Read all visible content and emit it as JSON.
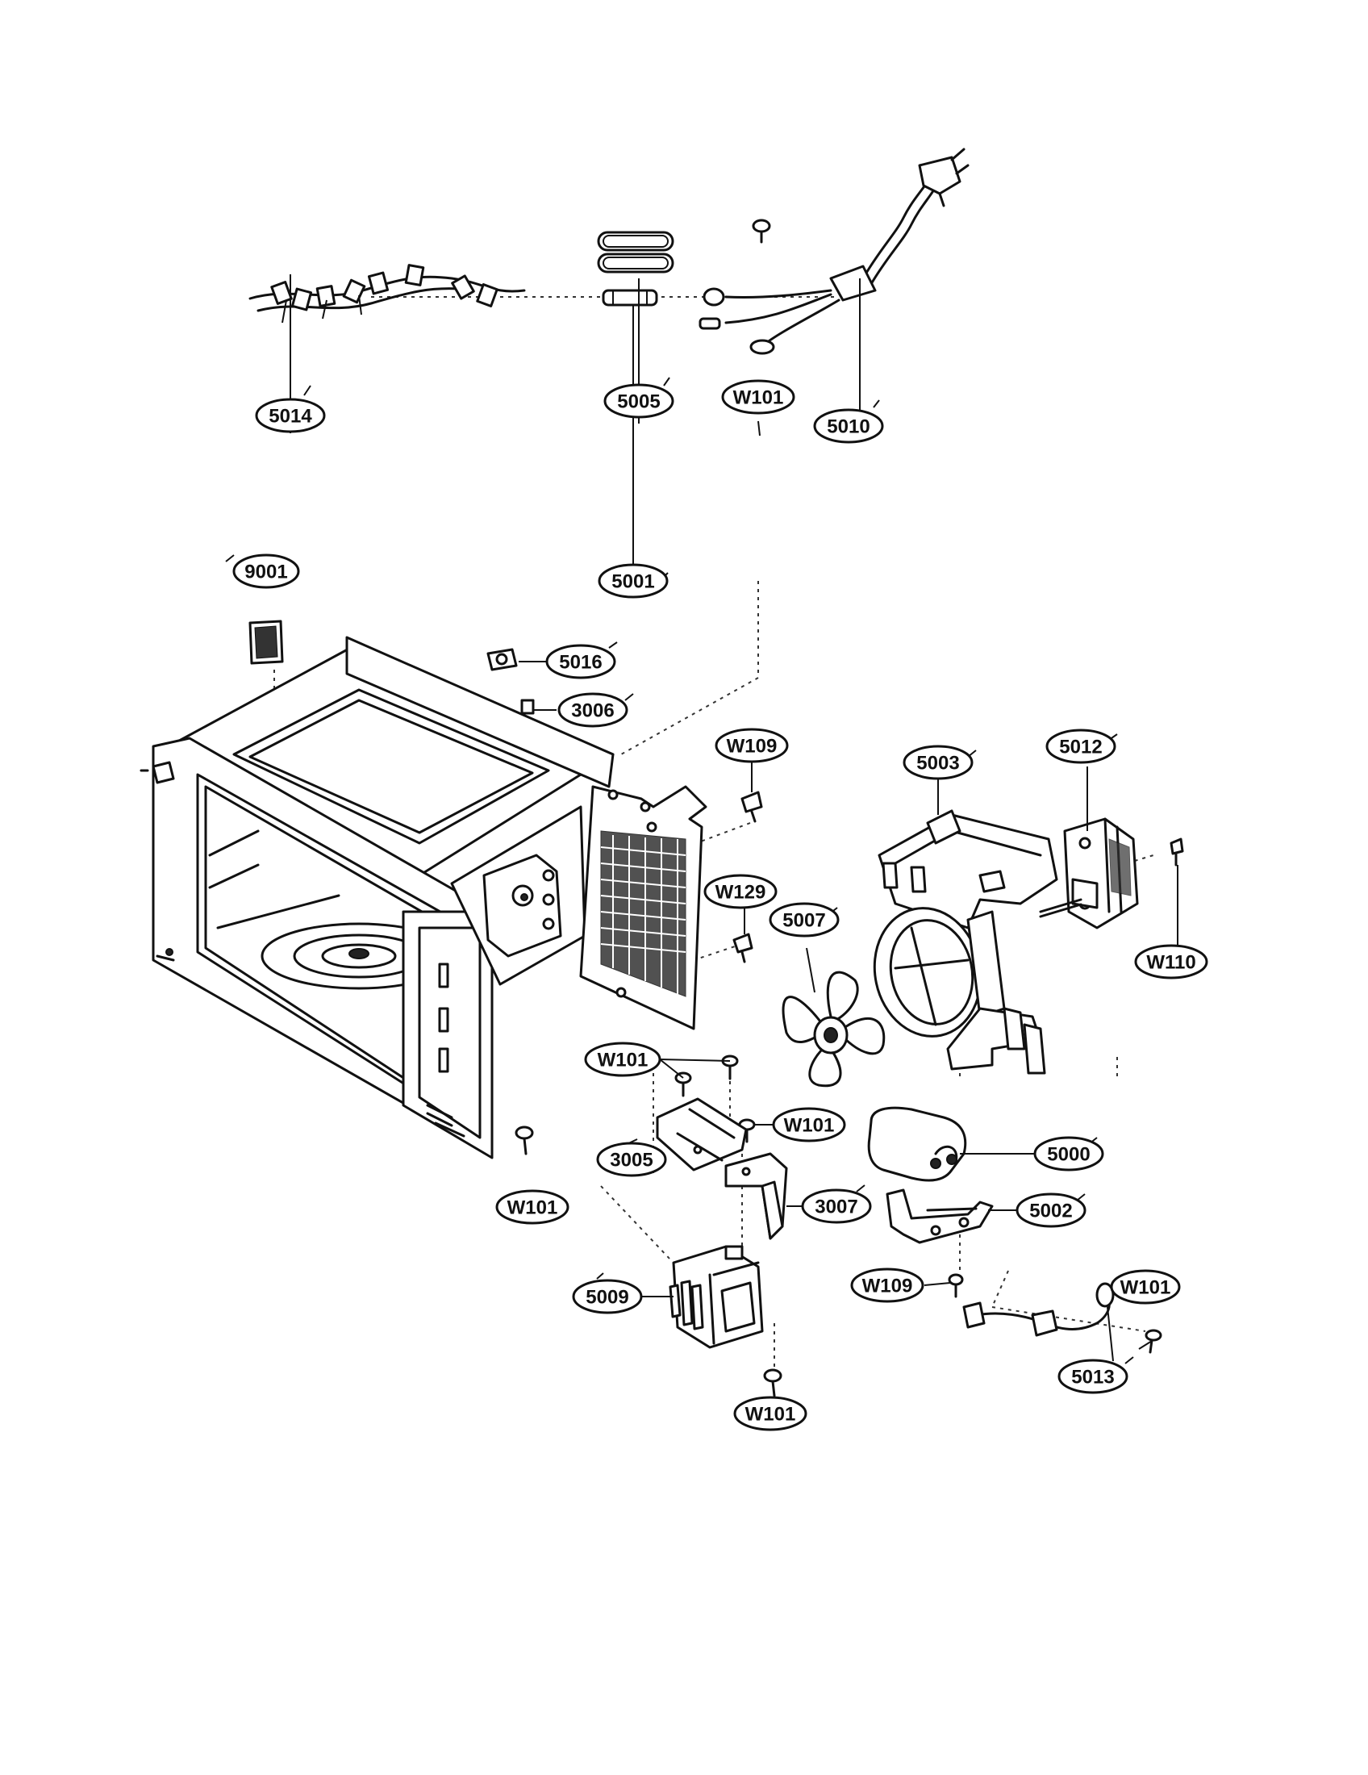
{
  "callouts": [
    {
      "id": "c5014",
      "label": "5014"
    },
    {
      "id": "c5005",
      "label": "5005"
    },
    {
      "id": "cW101a",
      "label": "W101"
    },
    {
      "id": "c5010",
      "label": "5010"
    },
    {
      "id": "c5001",
      "label": "5001"
    },
    {
      "id": "c9001",
      "label": "9001"
    },
    {
      "id": "c5016",
      "label": "5016"
    },
    {
      "id": "c3006",
      "label": "3006"
    },
    {
      "id": "cW109a",
      "label": "W109"
    },
    {
      "id": "c5003",
      "label": "5003"
    },
    {
      "id": "c5012",
      "label": "5012"
    },
    {
      "id": "cW129",
      "label": "W129"
    },
    {
      "id": "c5007",
      "label": "5007"
    },
    {
      "id": "cW110",
      "label": "W110"
    },
    {
      "id": "cW101b",
      "label": "W101"
    },
    {
      "id": "cW101c",
      "label": "W101"
    },
    {
      "id": "c3005",
      "label": "3005"
    },
    {
      "id": "c5000",
      "label": "5000"
    },
    {
      "id": "cW101d",
      "label": "W101"
    },
    {
      "id": "c3007",
      "label": "3007"
    },
    {
      "id": "c5002",
      "label": "5002"
    },
    {
      "id": "c5009",
      "label": "5009"
    },
    {
      "id": "cW109b",
      "label": "W109"
    },
    {
      "id": "cW101e",
      "label": "W101"
    },
    {
      "id": "c5013",
      "label": "5013"
    },
    {
      "id": "cW101f",
      "label": "W101"
    }
  ]
}
